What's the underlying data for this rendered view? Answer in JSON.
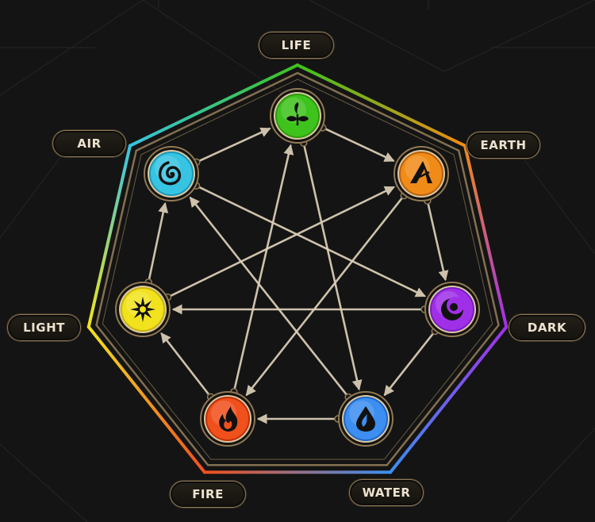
{
  "elements": [
    {
      "id": "life",
      "label": "LIFE",
      "color": "#3ec21c",
      "rim": "#2f9a10",
      "glyph": "leaf-icon"
    },
    {
      "id": "earth",
      "label": "EARTH",
      "color": "#f08b18",
      "rim": "#b8600a",
      "glyph": "mountain-icon"
    },
    {
      "id": "dark",
      "label": "DARK",
      "color": "#a030e8",
      "rim": "#7a1bc4",
      "glyph": "crescent-moon-icon"
    },
    {
      "id": "water",
      "label": "WATER",
      "color": "#3c8ef0",
      "rim": "#1f66c8",
      "glyph": "water-drop-icon"
    },
    {
      "id": "fire",
      "label": "FIRE",
      "color": "#f0501c",
      "rim": "#c0300a",
      "glyph": "flame-icon"
    },
    {
      "id": "light",
      "label": "LIGHT",
      "color": "#f2e21e",
      "rim": "#c8b60a",
      "glyph": "sun-icon"
    },
    {
      "id": "air",
      "label": "AIR",
      "color": "#36c4e2",
      "rim": "#1a98b8",
      "glyph": "swirl-icon"
    }
  ],
  "relations": [
    {
      "from": "life",
      "to": "earth"
    },
    {
      "from": "earth",
      "to": "dark"
    },
    {
      "from": "dark",
      "to": "water"
    },
    {
      "from": "water",
      "to": "fire"
    },
    {
      "from": "fire",
      "to": "light"
    },
    {
      "from": "light",
      "to": "air"
    },
    {
      "from": "air",
      "to": "life"
    },
    {
      "from": "life",
      "to": "water"
    },
    {
      "from": "earth",
      "to": "fire"
    },
    {
      "from": "dark",
      "to": "light"
    },
    {
      "from": "water",
      "to": "air"
    },
    {
      "from": "fire",
      "to": "life"
    },
    {
      "from": "light",
      "to": "earth"
    },
    {
      "from": "air",
      "to": "dark"
    }
  ],
  "colors": {
    "background": "#141414",
    "arrow": "#ddd0b8",
    "frame": "#8f7a56",
    "dotted": "#8a8a8a"
  }
}
